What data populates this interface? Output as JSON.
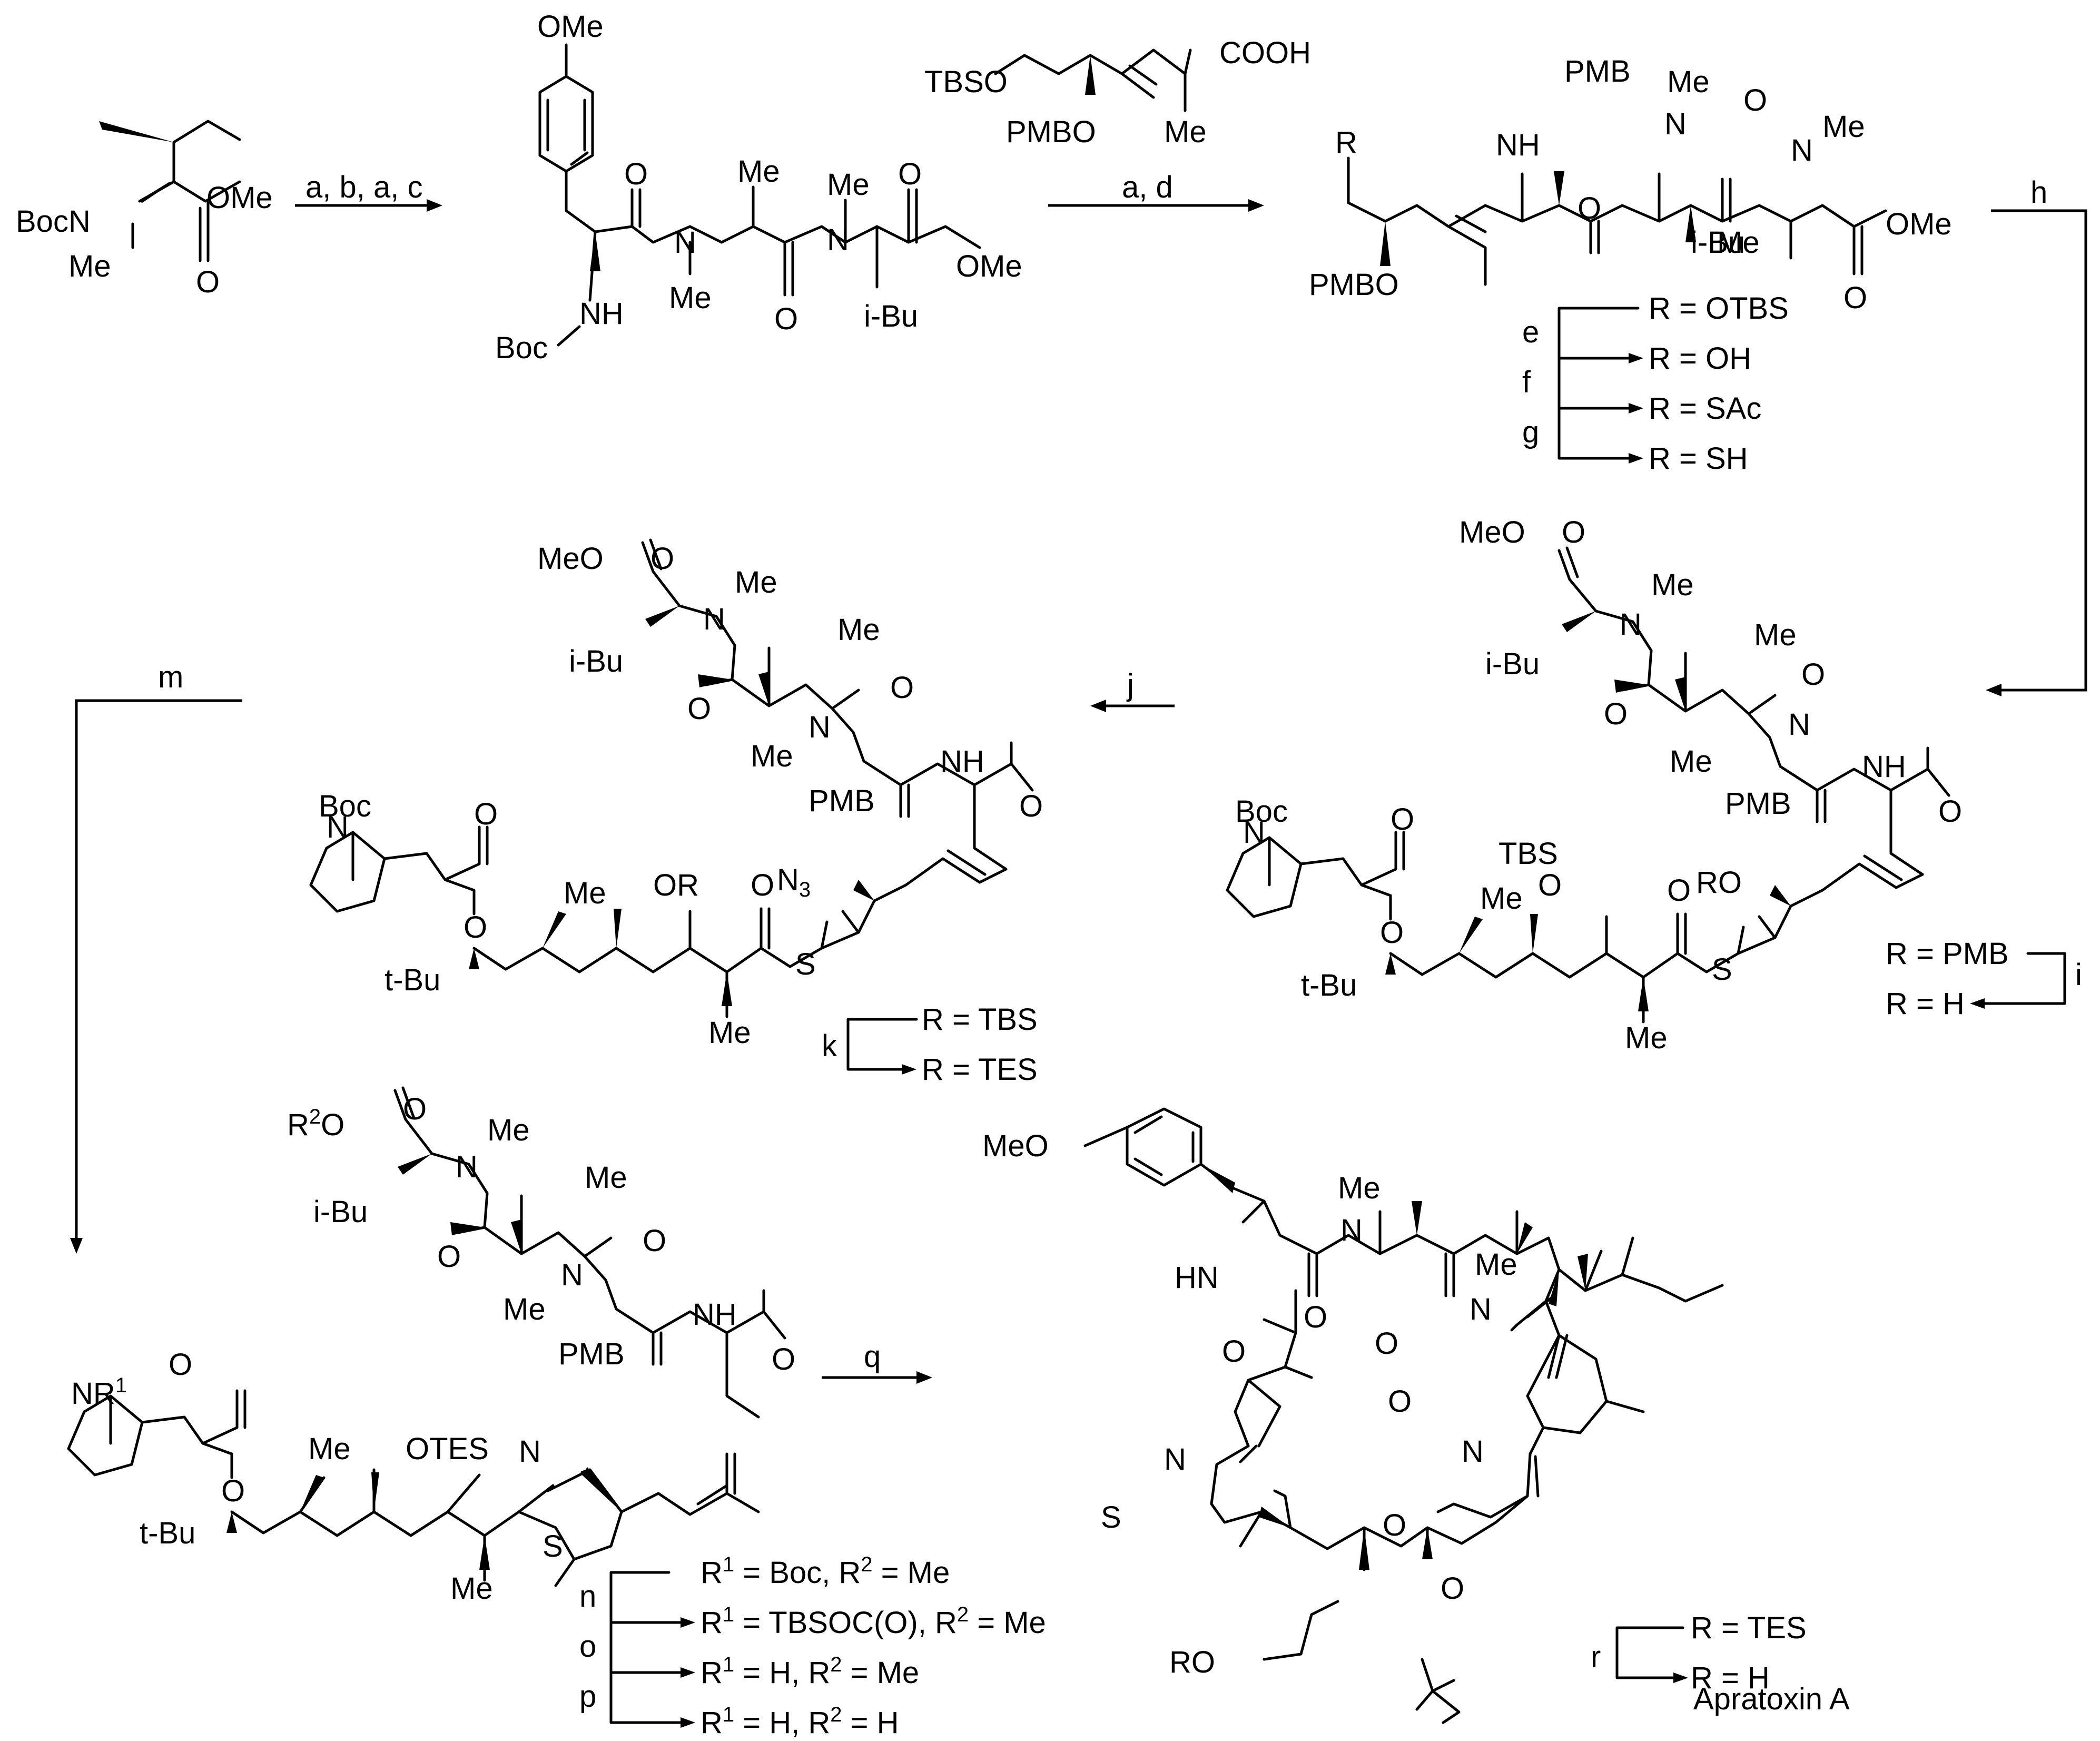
{
  "reagents": {
    "abac": "a, b, a, c",
    "ad": "a, d",
    "e": "e",
    "f": "f",
    "g": "g",
    "h": "h",
    "i": "i",
    "j": "j",
    "k": "k",
    "m": "m",
    "n": "n",
    "o": "o",
    "p": "p",
    "q": "q",
    "r": "r"
  },
  "conditions": {
    "r_otbs": "R = OTBS",
    "r_oh": "R = OH",
    "r_sac": "R = SAc",
    "r_sh": "R = SH",
    "r_pmb": "R = PMB",
    "r_h": "R = H",
    "r_tbs": "R = TBS",
    "r_tes": "R = TES",
    "n1": [
      "R",
      "1",
      " = Boc, R",
      "2",
      " = Me"
    ],
    "n2": [
      "R",
      "1",
      " = TBSOC(O), R",
      "2",
      " = Me"
    ],
    "n3": [
      "R",
      "1",
      " = H, R",
      "2",
      " = Me"
    ],
    "n4": [
      "R",
      "1",
      " = H, R",
      "2",
      " = H"
    ],
    "final_tes": "R = TES",
    "final_h": "R = H"
  },
  "labels": {
    "ome": "OMe",
    "meo": "MeO",
    "me": "Me",
    "boc": "Boc",
    "bocn": "BocN",
    "nh": "NH",
    "hn": "HN",
    "n": "N",
    "o": "O",
    "s": "S",
    "ibu": "i-Bu",
    "tbu": "t-Bu",
    "tbso": "TBSO",
    "pmbo": "PMBO",
    "pmb": "PMB",
    "cooh": "COOH",
    "r": "R",
    "ro": "RO",
    "or": "OR",
    "tbs": "TBS",
    "otes": "OTES",
    "n3": "N3",
    "nr1": "NR1",
    "r2o": "R2O"
  },
  "product_name": "Apratoxin A"
}
